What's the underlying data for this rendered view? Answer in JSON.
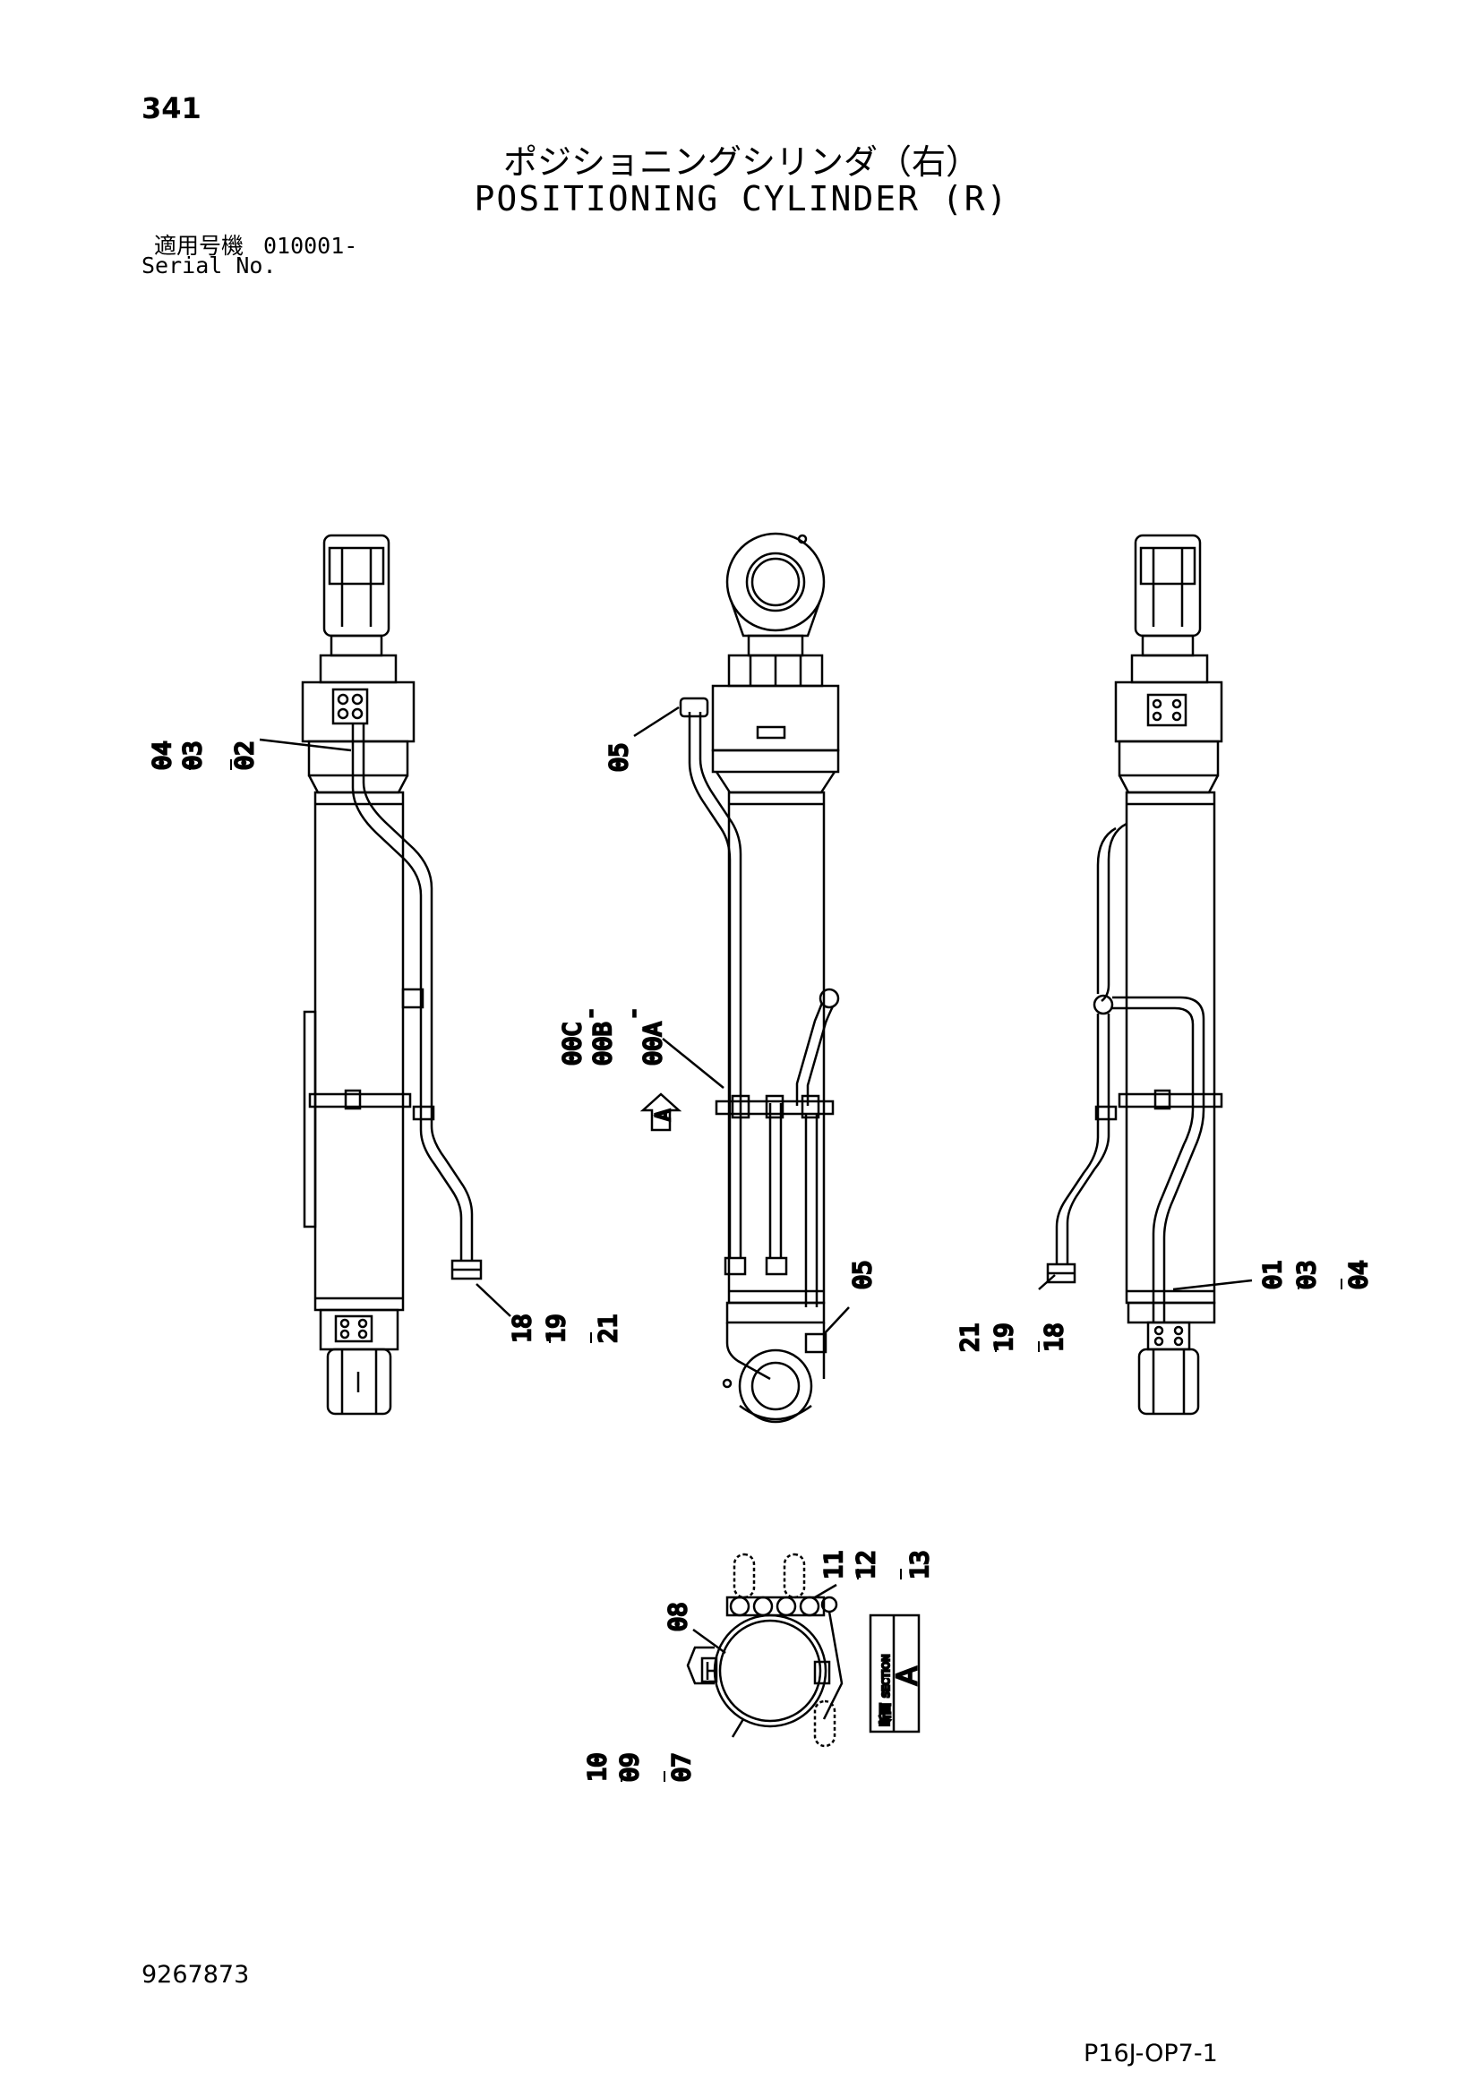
{
  "header": {
    "page_number": "341",
    "title_jp": "ポジショニングシリンダ（右）",
    "title_en": "POSITIONING CYLINDER (R)",
    "serial_label_jp": "適用号機",
    "serial_value": "010001-",
    "serial_label_en": "Serial No."
  },
  "views": {
    "left": {
      "labels": [
        "04",
        "03",
        "02"
      ],
      "labels_bottom": [
        "18",
        "19",
        "21"
      ]
    },
    "center": {
      "label_top": "05",
      "labels_mid": [
        "00C",
        "00B",
        "00A"
      ],
      "separator": "-",
      "section_arrow": "A",
      "label_bottom": "05"
    },
    "right": {
      "labels_bottom_left": [
        "21",
        "19",
        "18"
      ],
      "labels_bottom_right": [
        "01",
        "03",
        "04"
      ]
    }
  },
  "section": {
    "labels_top": [
      "11",
      "12",
      "13"
    ],
    "label_left": "08",
    "labels_bottom": [
      "10",
      "09",
      "07"
    ],
    "box_jp": "断面",
    "box_en": "SECTION",
    "box_letter": "A"
  },
  "footer": {
    "doc_number": "9267873",
    "page_code": "P16J-OP7-1"
  }
}
